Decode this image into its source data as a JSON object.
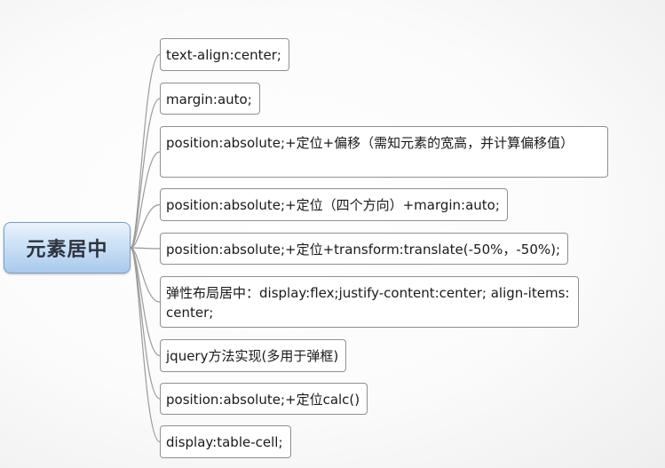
{
  "root": {
    "label": "元素居中"
  },
  "branches": [
    {
      "label": "text-align:center;"
    },
    {
      "label": "margin:auto;"
    },
    {
      "label": "position:absolute;+定位+偏移（需知元素的宽高，并计算偏移值）"
    },
    {
      "label": "position:absolute;+定位（四个方向）+margin:auto;"
    },
    {
      "label": "position:absolute;+定位+transform:translate(-50%，-50%);"
    },
    {
      "label": "弹性布局居中：display:flex;justify-content:center; align-items:center;"
    },
    {
      "label": "jquery方法实现(多用于弹框)"
    },
    {
      "label": "position:absolute;+定位calc()"
    },
    {
      "label": "display:table-cell;"
    }
  ],
  "colors": {
    "connector": "#9a9a9a",
    "node_border": "#8f8f8f",
    "root_fill": "#c9dff5"
  }
}
